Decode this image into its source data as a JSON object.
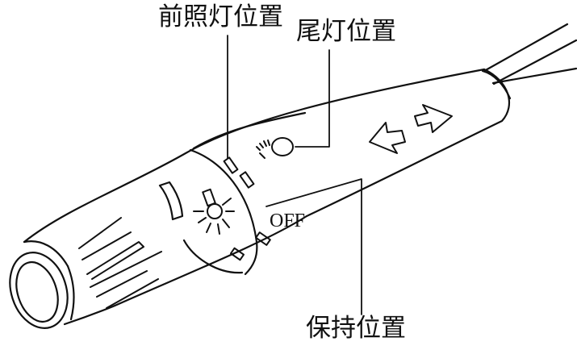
{
  "labels": {
    "headlamp_position": "前照灯位置",
    "taillamp_position": "尾灯位置",
    "hold_position": "保持位置",
    "off": "OFF"
  },
  "colors": {
    "ink": "#111111",
    "paper": "#ffffff"
  },
  "icons": {
    "lamp_symbol": "headlamp-sun-icon",
    "tail_symbol": "taillamp-circle-icon",
    "arrows": "double-arrow-left-right-icon"
  }
}
